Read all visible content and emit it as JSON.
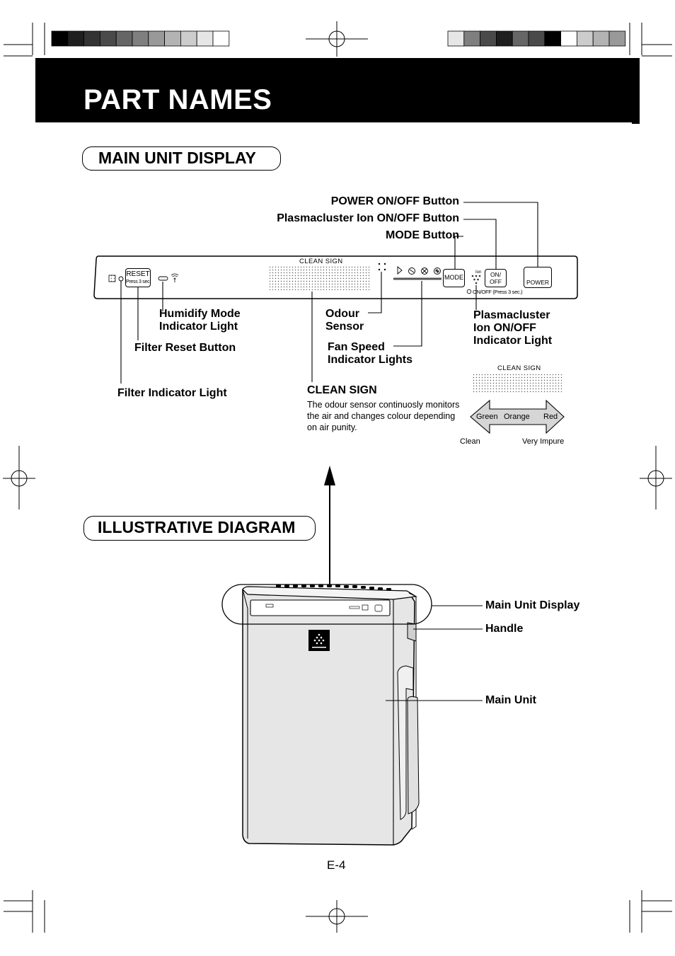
{
  "page": {
    "title": "PART NAMES",
    "page_number": "E-4"
  },
  "sections": {
    "main_unit_display": "MAIN UNIT DISPLAY",
    "illustrative_diagram": "ILLUSTRATIVE DIAGRAM"
  },
  "display_panel": {
    "reset_button": {
      "line1": "RESET",
      "line2": "Press 3 sec."
    },
    "clean_sign_label": "CLEAN SIGN",
    "mode_button": "MODE",
    "onoff_button": {
      "line1": "ON/",
      "line2": "OFF"
    },
    "ion_label": "Ion",
    "ion_onoff_note": "ON/OFF (Press 3 sec.)",
    "power_button": "POWER"
  },
  "callouts": {
    "power_onoff_button": "POWER ON/OFF Button",
    "plasmacluster_ion_onoff_button": "Plasmacluster Ion ON/OFF Button",
    "mode_button": "MODE Button",
    "humidify_mode_indicator_light": {
      "line1": "Humidify Mode",
      "line2": "Indicator Light"
    },
    "filter_reset_button": "Filter Reset Button",
    "filter_indicator_light": "Filter Indicator Light",
    "odour_sensor": {
      "line1": "Odour",
      "line2": "Sensor"
    },
    "fan_speed_indicator_lights": {
      "line1": "Fan Speed",
      "line2": "Indicator Lights"
    },
    "plasmacluster_ion_onoff_indicator_light": {
      "line1": "Plasmacluster",
      "line2": "Ion ON/OFF",
      "line3": "Indicator Light"
    }
  },
  "clean_sign": {
    "heading": "CLEAN SIGN",
    "description_lines": [
      "The odour sensor continuosly monitors",
      "the air and changes colour depending",
      "on air punity."
    ],
    "scale_label": "CLEAN SIGN",
    "colors": [
      "Green",
      "Orange",
      "Red"
    ],
    "left_end": "Clean",
    "right_end": "Very Impure"
  },
  "diagram": {
    "main_unit_display": "Main Unit Display",
    "handle": "Handle",
    "main_unit": "Main Unit"
  },
  "print_marks": {
    "left_swatches": [
      "#000000",
      "#1e1e1e",
      "#333333",
      "#4a4a4a",
      "#666666",
      "#7f7f7f",
      "#999999",
      "#b3b3b3",
      "#cccccc",
      "#e6e6e6",
      "#ffffff"
    ],
    "right_swatches": [
      "#e6e6e6",
      "#7f7f7f",
      "#4a4a4a",
      "#1e1e1e",
      "#666666",
      "#4a4a4a",
      "#000000",
      "#ffffff",
      "#cccccc",
      "#b3b3b3",
      "#999999"
    ]
  }
}
